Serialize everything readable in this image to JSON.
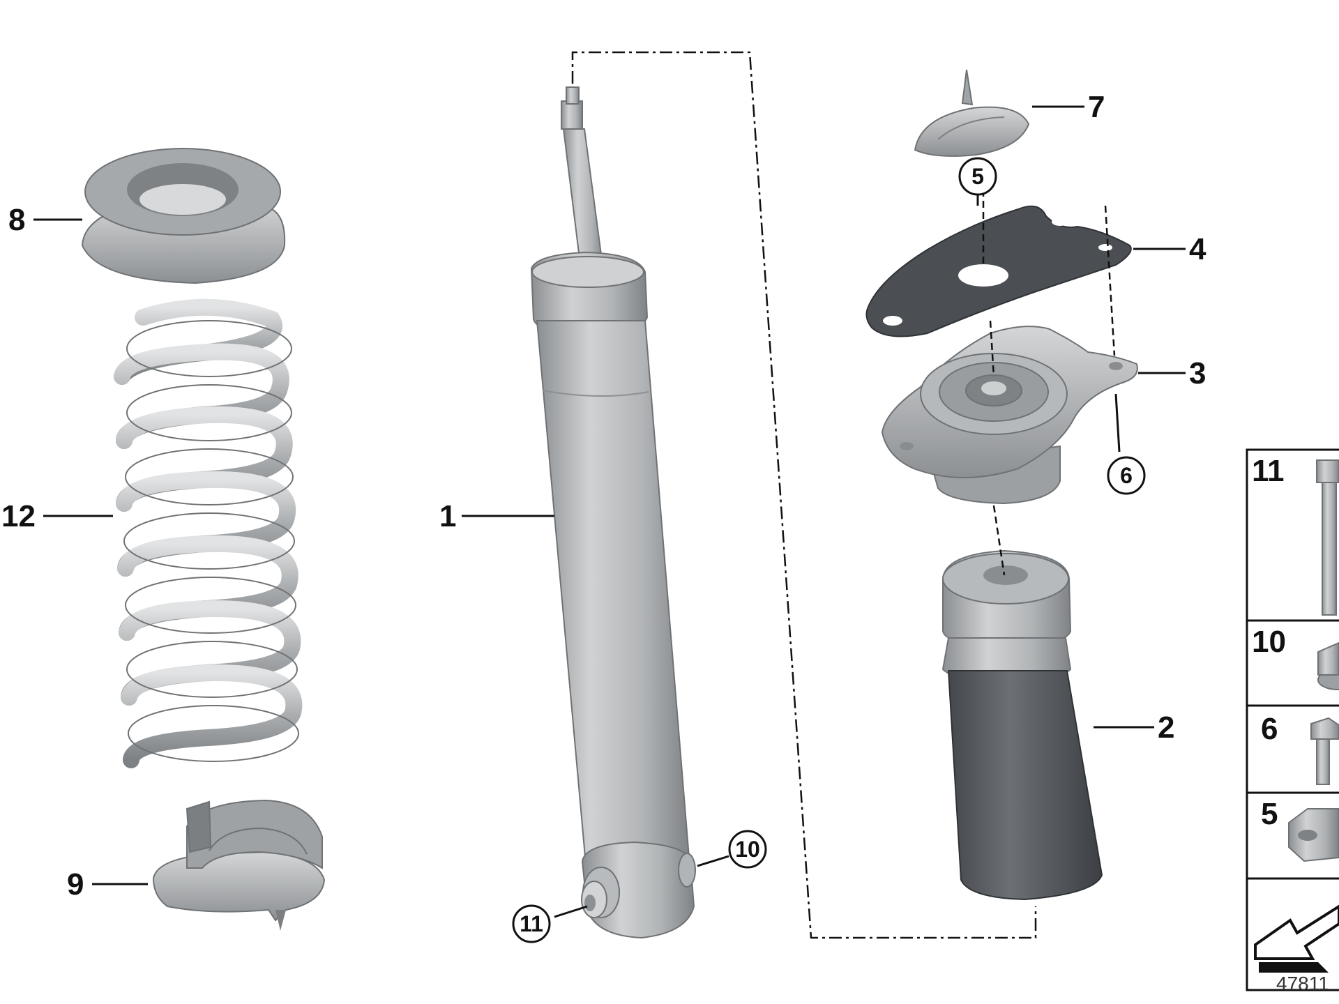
{
  "callouts": {
    "c1": "1",
    "c2": "2",
    "c3": "3",
    "c4": "4",
    "c5": "5",
    "c6": "6",
    "c7": "7",
    "c8": "8",
    "c9": "9",
    "c10": "10",
    "c11": "11",
    "c12": "12"
  },
  "kit_panel": {
    "rows": [
      "11",
      "10",
      "6",
      "5"
    ]
  },
  "reference_number": "47811",
  "colors": {
    "metal_light": "#c9cbcc",
    "metal_mid": "#9a9d9f",
    "metal_dark": "#6f7275",
    "rubber": "#5a5e63",
    "gasket": "#4a4d52"
  }
}
